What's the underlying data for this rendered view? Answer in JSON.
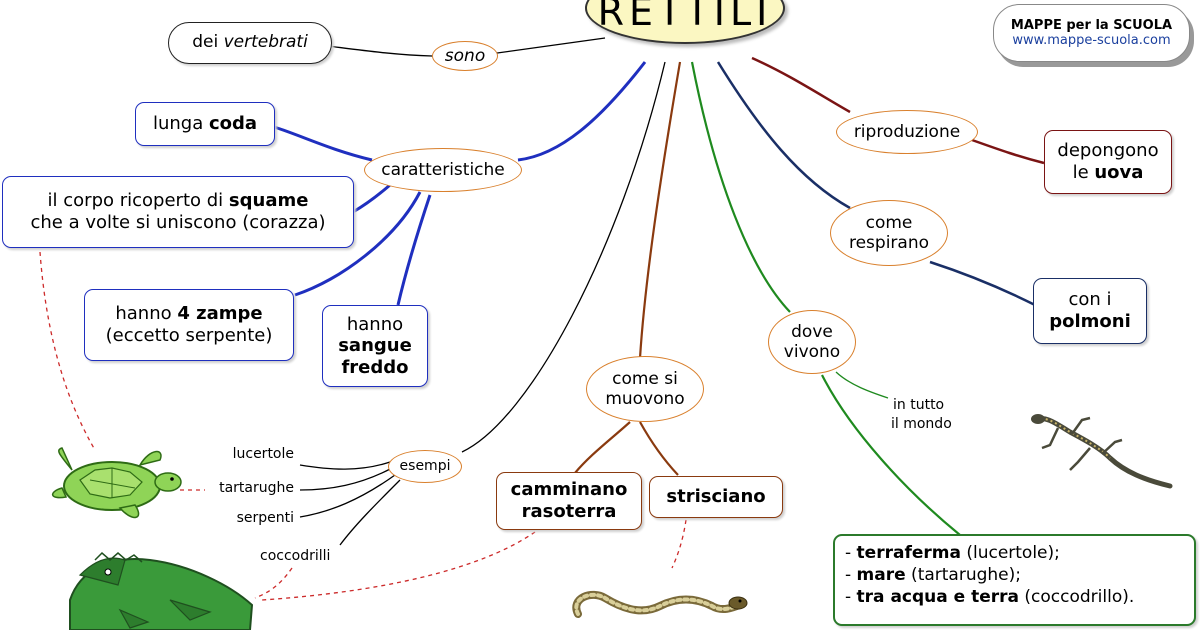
{
  "title": "RETTILI",
  "brand": {
    "name": "MAPPE per la SCUOLA",
    "url": "www.mappe-scuola.com"
  },
  "sono": {
    "link": "sono",
    "target_pre": "dei ",
    "target_em": "vertebrati"
  },
  "caratteristiche": {
    "label": "caratteristiche",
    "coda": {
      "pre": "lunga ",
      "bold": "coda"
    },
    "squame": {
      "pre": "il corpo ricoperto di ",
      "bold": "squame",
      "line2": "che a volte si uniscono (corazza)"
    },
    "zampe": {
      "pre": "hanno ",
      "bold": "4 zampe",
      "line2": "(eccetto serpente)"
    },
    "sangue": {
      "line1": "hanno",
      "bold1": "sangue",
      "bold2": "freddo"
    }
  },
  "esempi": {
    "label": "esempi",
    "items": [
      "lucertole",
      "tartarughe",
      "serpenti",
      "coccodrilli"
    ]
  },
  "muovono": {
    "line1": "come si",
    "line2": "muovono",
    "camminano1": "camminano",
    "camminano2": "rasoterra",
    "strisciano": "strisciano"
  },
  "vivono": {
    "line1": "dove",
    "line2": "vivono",
    "mondo1": "in tutto",
    "mondo2": "il mondo",
    "list": [
      {
        "dash": "- ",
        "bold": "terraferma",
        "rest": " (lucertole);"
      },
      {
        "dash": "- ",
        "bold": "mare",
        "rest": " (tartarughe);"
      },
      {
        "dash": "- ",
        "bold": "tra acqua e terra",
        "rest": " (coccodrillo)."
      }
    ]
  },
  "respirano": {
    "line1": "come",
    "line2": "respirano",
    "target1": "con i",
    "target_bold": "polmoni"
  },
  "riproduzione": {
    "label": "riproduzione",
    "target1": "depongono",
    "target_pre": "le ",
    "target_bold": "uova"
  },
  "colors": {
    "blue": "#1f2fbf",
    "navy": "#1a2f66",
    "maroon": "#7a1414",
    "green": "#1f8a1f",
    "brown": "#8a3a0f",
    "orange": "#d9802d",
    "red_dashed": "#cc2a2a",
    "title_fill": "#fbf7c2"
  }
}
